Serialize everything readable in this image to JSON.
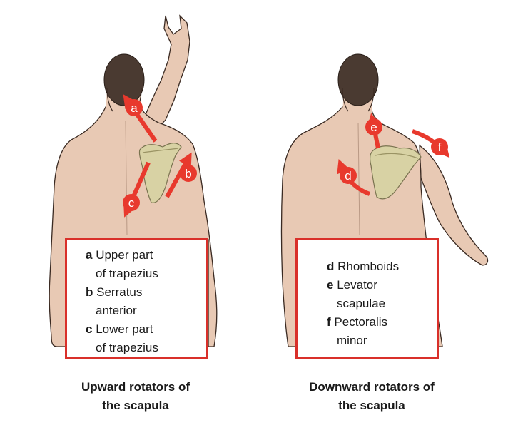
{
  "colors": {
    "arrow": "#e8392d",
    "box_border": "#d9302a",
    "skin": "#e8c9b4",
    "skin_outline": "#3a2a22",
    "hair": "#4a3a31",
    "scapula": "#d8d2a4"
  },
  "left_panel": {
    "arrow_labels": [
      "a",
      "b",
      "c"
    ],
    "legend": [
      {
        "key": "a",
        "lines": [
          "Upper part",
          "of trapezius"
        ]
      },
      {
        "key": "b",
        "lines": [
          "Serratus",
          "anterior"
        ]
      },
      {
        "key": "c",
        "lines": [
          "Lower part",
          "of trapezius"
        ]
      }
    ],
    "caption": [
      "Upward rotators of",
      "the scapula"
    ]
  },
  "right_panel": {
    "arrow_labels": [
      "d",
      "e",
      "f"
    ],
    "legend": [
      {
        "key": "d",
        "lines": [
          "Rhomboids"
        ]
      },
      {
        "key": "e",
        "lines": [
          "Levator",
          "scapulae"
        ]
      },
      {
        "key": "f",
        "lines": [
          "Pectoralis",
          "minor"
        ]
      }
    ],
    "caption": [
      "Downward rotators of",
      "the scapula"
    ]
  }
}
